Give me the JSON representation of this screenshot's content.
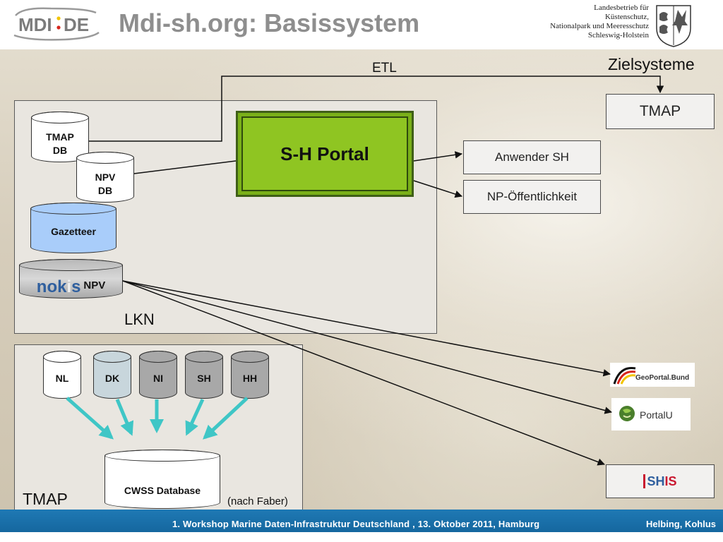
{
  "header": {
    "title": "Mdi-sh.org: Basissystem",
    "logo_text": "MDI:DE",
    "agency_lines": [
      "Landesbetrieb für",
      "Küstenschutz,",
      "Nationalpark und Meeresschutz",
      "Schleswig-Holstein"
    ]
  },
  "diagram": {
    "etl_label": "ETL",
    "target_heading": "Zielsysteme",
    "lkn": {
      "label": "LKN",
      "tmap_db": [
        "TMAP",
        "DB"
      ],
      "npv_db": [
        "NPV",
        "DB"
      ],
      "gazetteer": "Gazetteer",
      "nokis_parts": [
        "nok",
        "i",
        "s"
      ],
      "nokis_suffix": "NPV",
      "portal": "S-H Portal"
    },
    "outputs": {
      "anwender": "Anwender SH",
      "oeffentlichkeit": "NP-Öffentlichkeit",
      "tmap_target": "TMAP"
    },
    "external_portals": {
      "geoportal": "GeoPortal.Bund",
      "portalu": "PortalU",
      "mis": [
        "SH",
        "IS"
      ]
    },
    "tmap_group": {
      "label": "TMAP",
      "attribution": "(nach Faber)",
      "sources": [
        "NL",
        "DK",
        "NI",
        "SH",
        "HH"
      ],
      "database": "CWSS Database"
    }
  },
  "footer": {
    "text": "1. Workshop Marine Daten-Infrastruktur Deutschland , 13. Oktober 2011, Hamburg",
    "authors": "Helbing, Kohlus"
  },
  "colors": {
    "portal_green": "#8fc522",
    "gazetteer_blue": "#a9cdfa",
    "footer_blue": "#1b72ad",
    "arrow_cyan": "#3fc6c6",
    "nokis_blue": "#2f5f9e"
  }
}
